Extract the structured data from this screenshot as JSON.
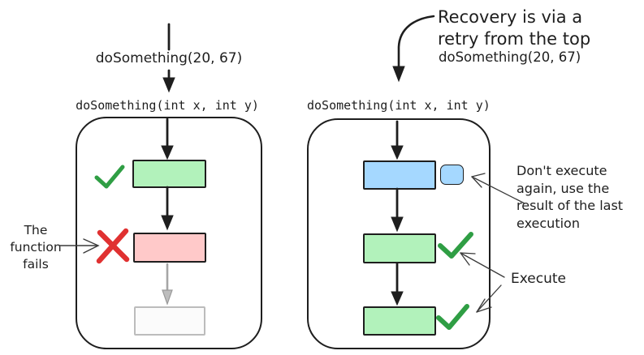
{
  "colors": {
    "stroke": "#1e1e1e",
    "success_box_fill": "#b2f2bb",
    "fail_box_fill": "#ffc9c9",
    "cached_box_fill": "#a5d8ff",
    "check_green": "#2f9e44",
    "x_red": "#e03131",
    "faded_gray": "#b0b0b0",
    "background": "#ffffff"
  },
  "icons": {
    "success": "checkmark-icon",
    "failure": "x-mark-icon",
    "flow": "arrow-down-icon"
  },
  "left_flow": {
    "call_label": "doSomething(20, 67)",
    "signature_label": "doSomething(int x, int y)",
    "fail_note": "The\nfunction\nfails"
  },
  "right_flow": {
    "recovery_note": "Recovery is via a\nretry from the top",
    "call_label": "doSomething(20, 67)",
    "signature_label": "doSomething(int x, int y)",
    "dont_execute_note": "Don't execute\nagain, use the\nresult of the last\nexecution",
    "execute_label": "Execute"
  }
}
